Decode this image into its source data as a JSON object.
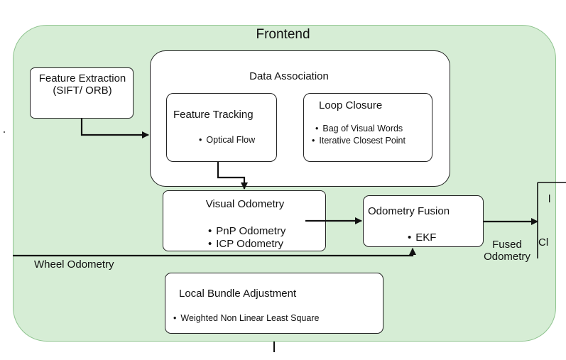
{
  "diagram": {
    "title": "Frontend",
    "feature_extraction": {
      "line1": "Feature Extraction",
      "line2": "(SIFT/ ORB)"
    },
    "data_association": {
      "title": "Data Association"
    },
    "feature_tracking": {
      "title": "Feature Tracking",
      "items": [
        "Optical Flow"
      ]
    },
    "loop_closure": {
      "title": "Loop Closure",
      "items": [
        "Bag of Visual Words",
        "Iterative Closest Point"
      ]
    },
    "visual_odometry": {
      "title": "Visual Odometry",
      "items": [
        "PnP Odometry",
        "ICP Odometry"
      ]
    },
    "odometry_fusion": {
      "title": "Odometry Fusion",
      "items": [
        "EKF"
      ]
    },
    "local_bundle_adjustment": {
      "title": "Local Bundle Adjustment",
      "items": [
        "Weighted Non Linear Least Square"
      ]
    },
    "wheel_odometry_label": "Wheel Odometry",
    "fused_odometry_label": {
      "line1": "Fused",
      "line2": "Odometry"
    },
    "edge_fragments": {
      "right_top": "l",
      "right_mid": "Cl"
    }
  }
}
